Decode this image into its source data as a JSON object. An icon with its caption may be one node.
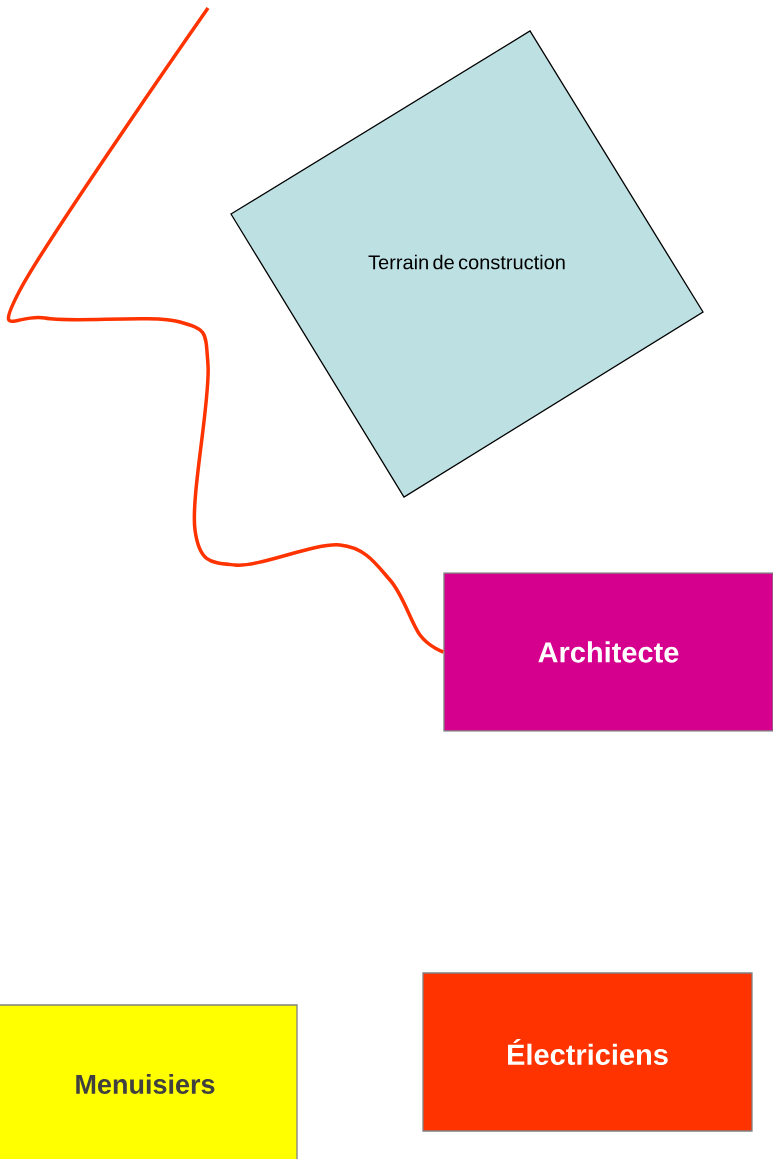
{
  "diagram": {
    "nodes": [
      {
        "text": [
          "Terrain de construction"
        ]
      },
      {
        "text": [
          "Architecte"
        ]
      },
      {
        "text": [
          "Menuisiers"
        ]
      },
      {
        "text": [
          "Électriciens"
        ]
      }
    ],
    "edges": [
      {
        "from": null,
        "to": 1,
        "arrow": "none",
        "color": "#ff3300"
      }
    ]
  }
}
